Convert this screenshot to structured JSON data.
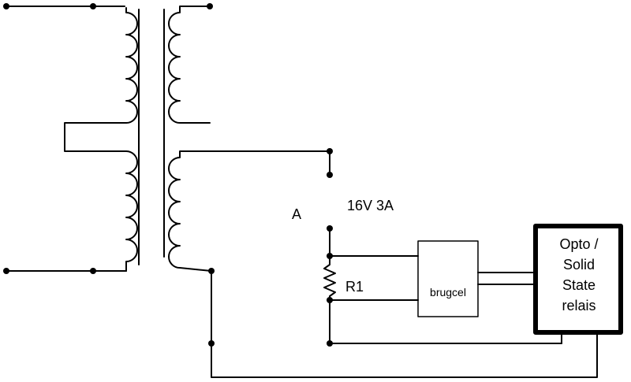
{
  "labels": {
    "point_a": "A",
    "supply_rating": "16V 3A",
    "resistor": "R1",
    "rectifier": "brugcel",
    "relay_line1": "Opto /",
    "relay_line2": "Solid",
    "relay_line3": "State",
    "relay_line4": "relais"
  }
}
